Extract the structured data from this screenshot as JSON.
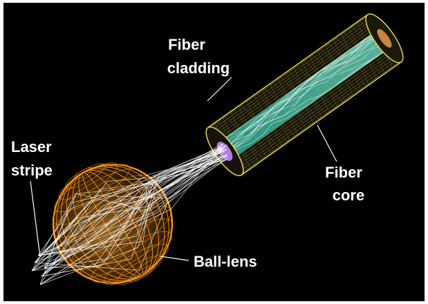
{
  "labels": {
    "fiber_cladding": [
      "Fiber",
      "cladding"
    ],
    "fiber_core": [
      "Fiber",
      "core"
    ],
    "laser_stripe": [
      "Laser",
      "stripe"
    ],
    "ball_lens": "Ball-lens"
  },
  "colors": {
    "background": "#000000",
    "frame": "#ffffff",
    "cladding_wire": "#e8d84a",
    "core_fill": "#3fd6b8",
    "ball_lens_wire": "#ff9a1a",
    "ball_lens_glow": "#ff8a00",
    "rays": "#ffffff",
    "fiber_face": "#b07ce0",
    "label_text": "#ffffff"
  }
}
